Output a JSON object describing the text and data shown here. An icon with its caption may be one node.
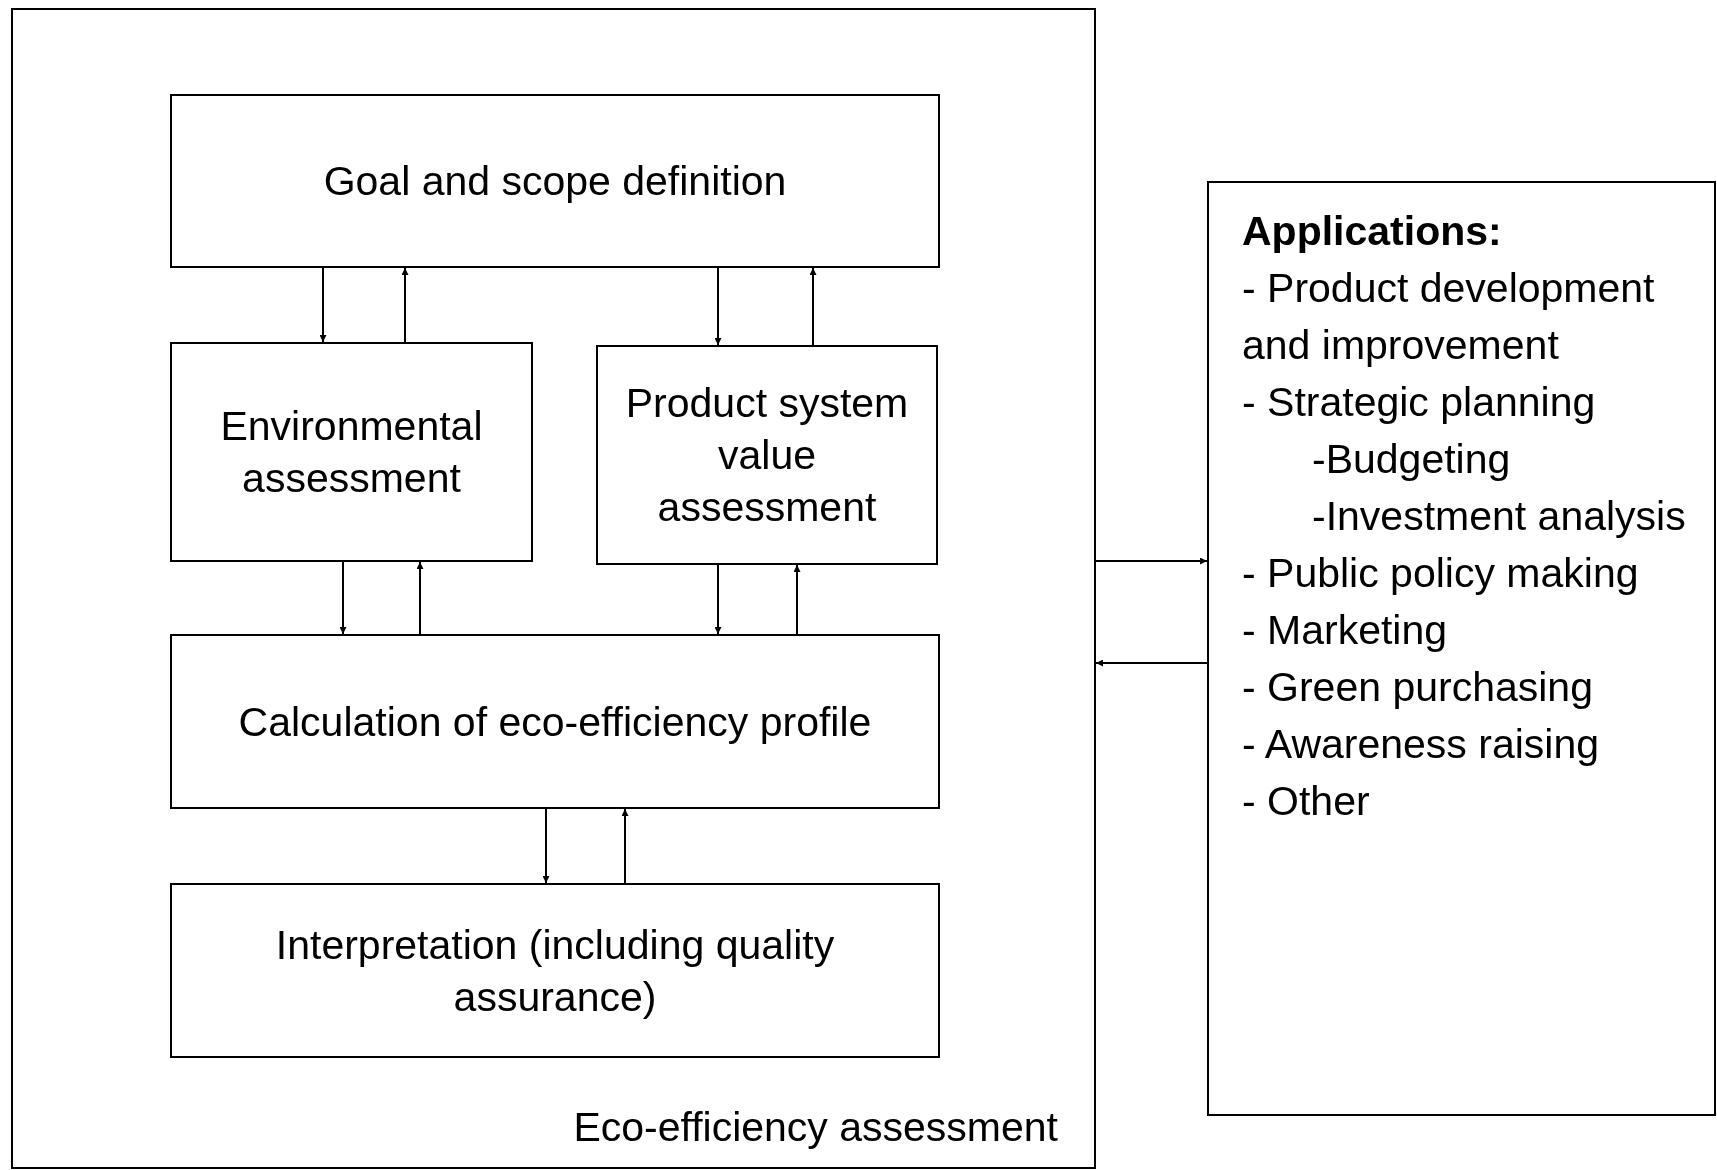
{
  "diagram": {
    "nodes": [
      {
        "text": [
          "Eco-efficiency assessment"
        ]
      },
      {
        "text": [
          "Goal and scope definition"
        ],
        "in": 0
      },
      {
        "text": [
          "Environmental assessment"
        ],
        "in": 0
      },
      {
        "text": [
          "Product system value assessment"
        ],
        "in": 0
      },
      {
        "text": [
          "Calculation of eco-efficiency profile"
        ],
        "in": 0
      },
      {
        "text": [
          "Interpretation (including quality assurance)"
        ],
        "in": 0
      },
      {
        "text": [
          "Applications:",
          "- Product development and improvement",
          "- Strategic planning",
          "-Budgeting",
          "-Investment analysis",
          "- Public policy making",
          "- Marketing",
          "- Green purchasing",
          "- Awareness raising",
          "- Other"
        ]
      }
    ],
    "edges": [
      {
        "from": 1,
        "to": 2,
        "arrow": "to"
      },
      {
        "from": 2,
        "to": 1,
        "arrow": "to"
      },
      {
        "from": 1,
        "to": 3,
        "arrow": "to"
      },
      {
        "from": 3,
        "to": 1,
        "arrow": "to"
      },
      {
        "from": 2,
        "to": 4,
        "arrow": "to"
      },
      {
        "from": 4,
        "to": 2,
        "arrow": "to"
      },
      {
        "from": 3,
        "to": 4,
        "arrow": "to"
      },
      {
        "from": 4,
        "to": 3,
        "arrow": "to"
      },
      {
        "from": 4,
        "to": 5,
        "arrow": "to"
      },
      {
        "from": 5,
        "to": 4,
        "arrow": "to"
      },
      {
        "from": 0,
        "to": 6,
        "arrow": "to"
      },
      {
        "from": 6,
        "to": 0,
        "arrow": "to"
      }
    ]
  }
}
